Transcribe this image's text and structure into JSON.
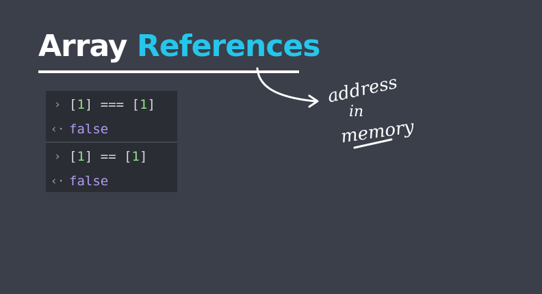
{
  "title": {
    "word1": "Array",
    "word2": "References"
  },
  "console": {
    "prompt_input": "›",
    "prompt_output": "‹·",
    "entries": [
      {
        "input": {
          "open": "[",
          "num1": "1",
          "mid": "] === [",
          "num2": "1",
          "close": "]"
        },
        "output": "false"
      },
      {
        "input": {
          "open": "[",
          "num1": "1",
          "mid": "] == [",
          "num2": "1",
          "close": "]"
        },
        "output": "false"
      }
    ]
  },
  "annotation": {
    "line1": "address",
    "line2": "in",
    "line3": "memory"
  },
  "colors": {
    "background": "#3a3f4a",
    "title_accent": "#26c6ec",
    "console_bg": "#2a2d33",
    "number": "#8ee38a",
    "boolean": "#b19bf5"
  }
}
